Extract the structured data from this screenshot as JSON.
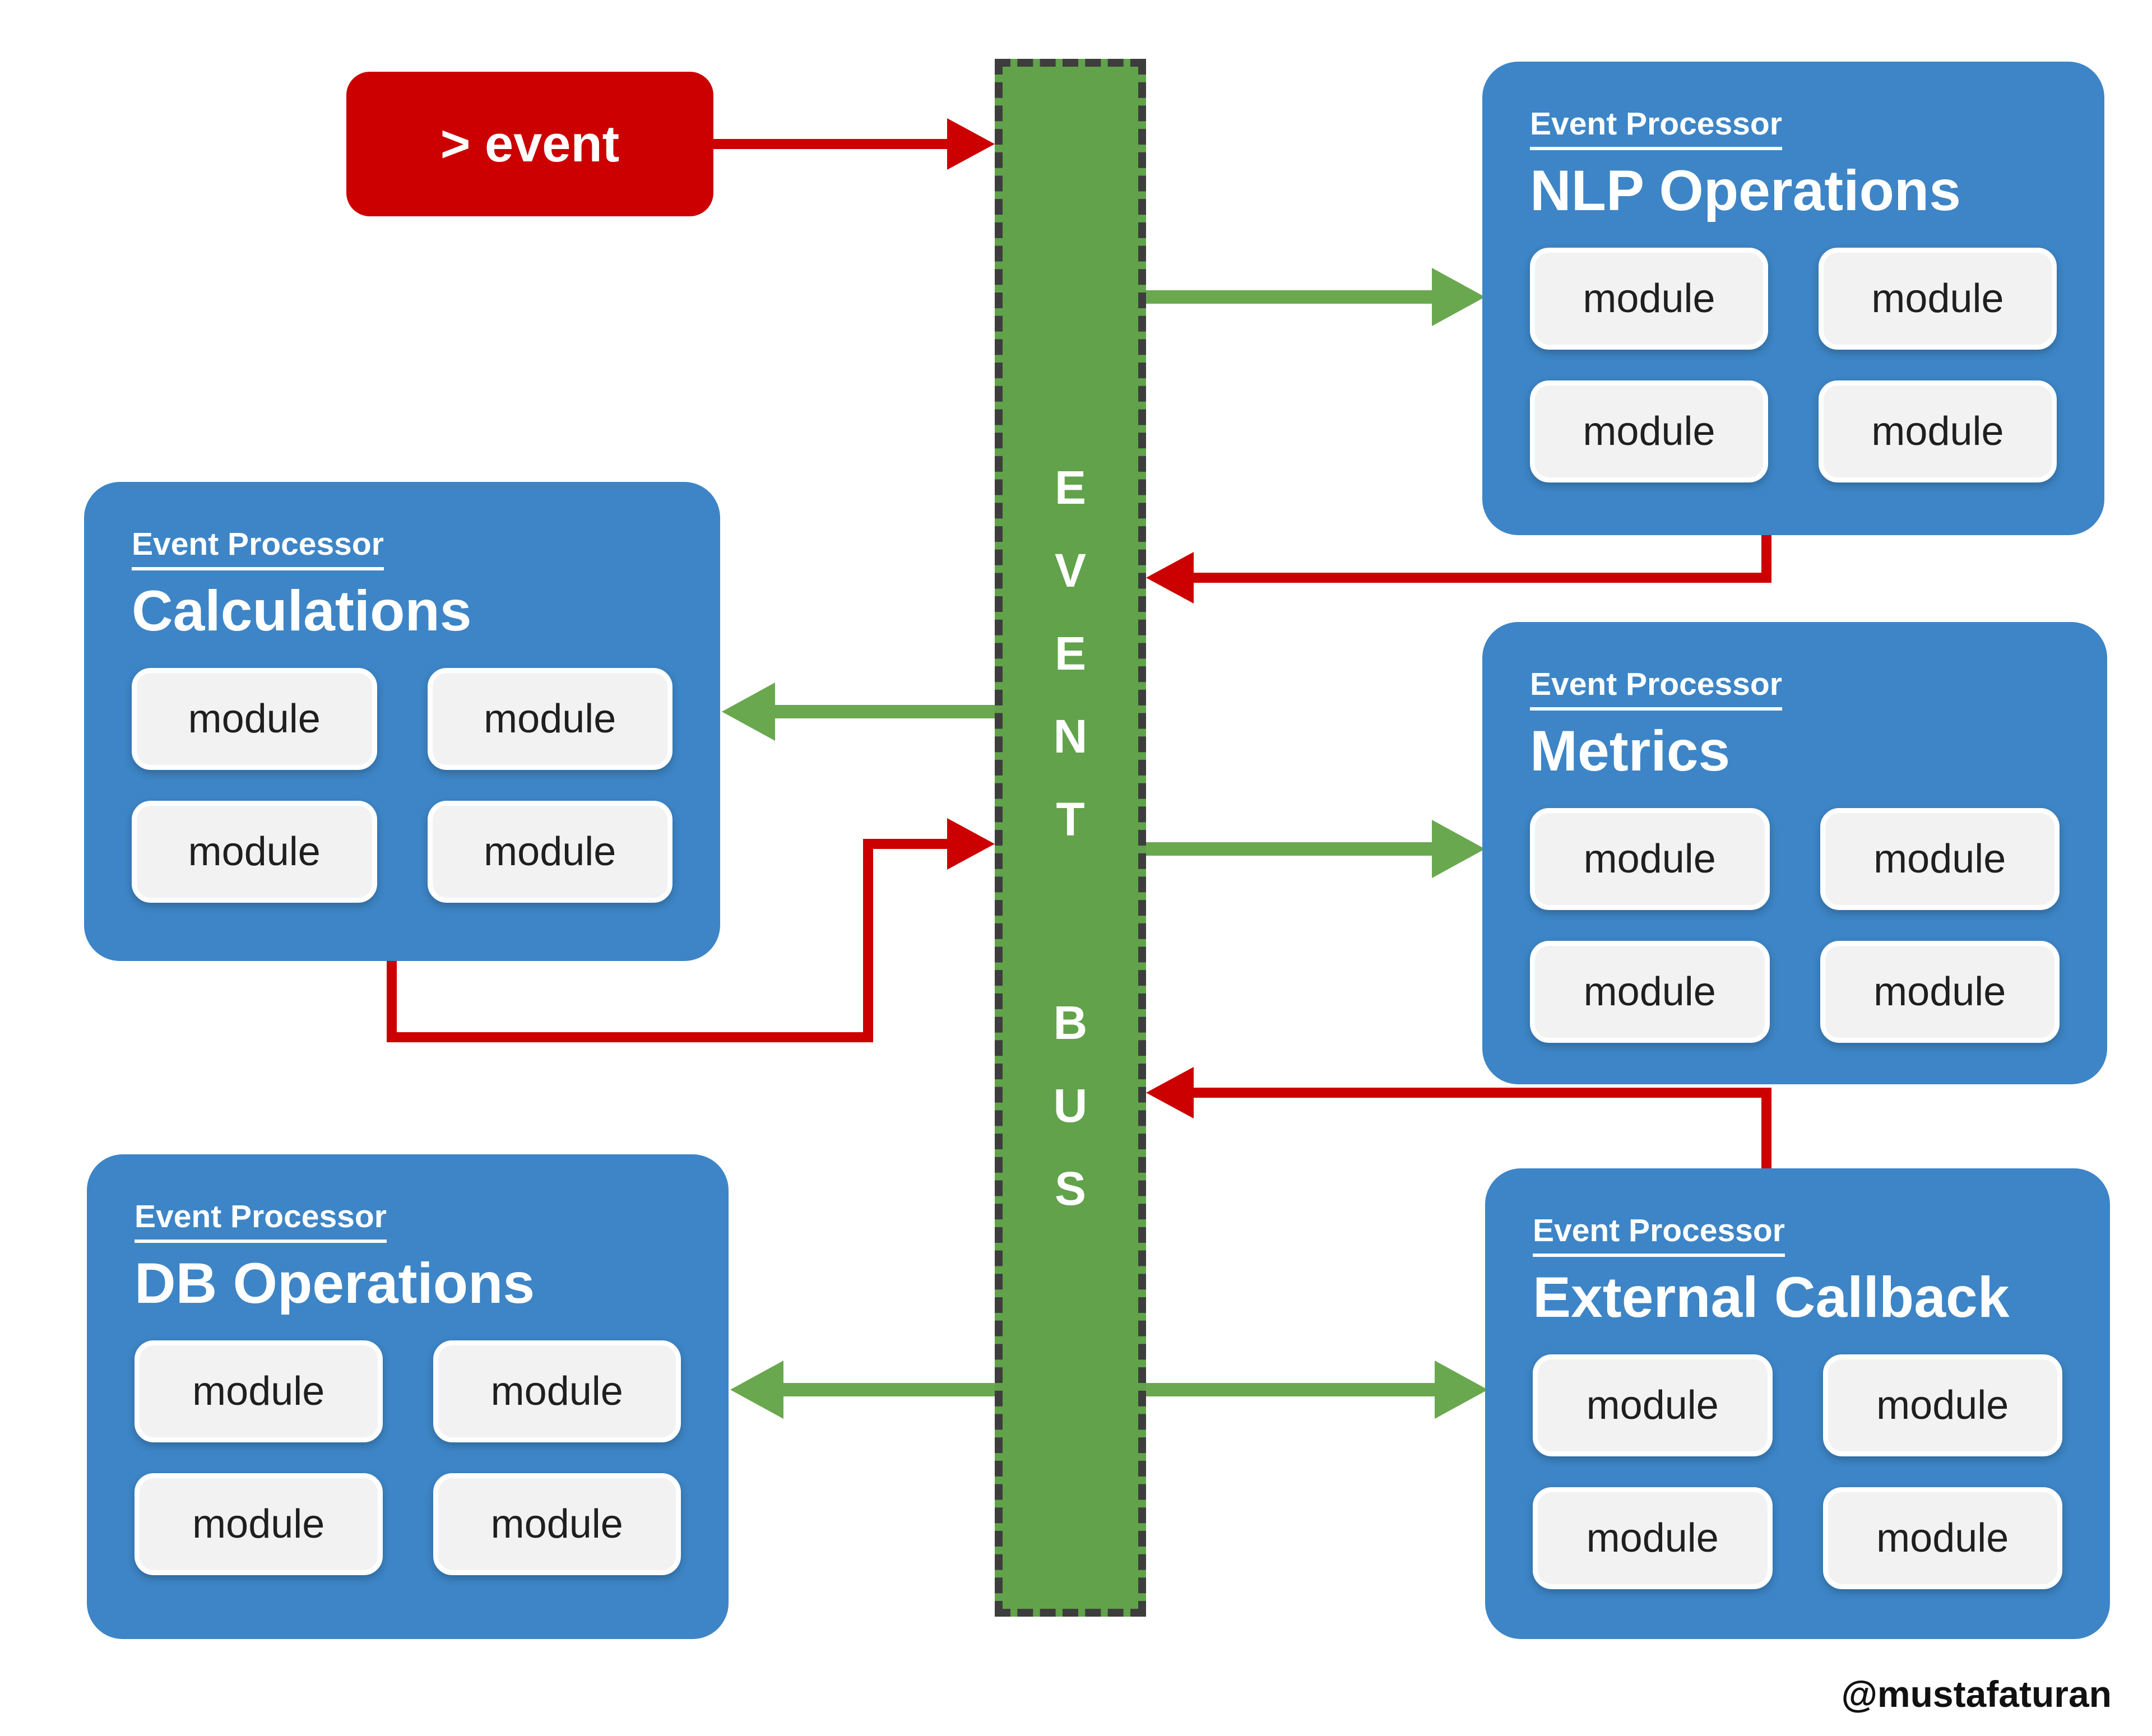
{
  "diagram": {
    "event_box": {
      "label": "> event"
    },
    "bus": {
      "letters_top": [
        "E",
        "V",
        "E",
        "N",
        "T"
      ],
      "letters_bottom": [
        "B",
        "U",
        "S"
      ]
    },
    "processors": [
      {
        "key": "nlp",
        "subtitle": "Event Processor",
        "title": "NLP Operations",
        "modules": [
          "module",
          "module",
          "module",
          "module"
        ]
      },
      {
        "key": "calculations",
        "subtitle": "Event Processor",
        "title": "Calculations",
        "modules": [
          "module",
          "module",
          "module",
          "module"
        ]
      },
      {
        "key": "metrics",
        "subtitle": "Event Processor",
        "title": "Metrics",
        "modules": [
          "module",
          "module",
          "module",
          "module"
        ]
      },
      {
        "key": "db",
        "subtitle": "Event Processor",
        "title": "DB Operations",
        "modules": [
          "module",
          "module",
          "module",
          "module"
        ]
      },
      {
        "key": "external",
        "subtitle": "Event Processor",
        "title": "External Callback",
        "modules": [
          "module",
          "module",
          "module",
          "module"
        ]
      }
    ],
    "attribution": "@mustafaturan",
    "colors": {
      "processor_blue": "#3d85c6",
      "bus_green": "#61a24b",
      "arrow_green": "#6aa84f",
      "event_red": "#cc0000",
      "bus_dash": "#3d3d3d",
      "module_bg": "#f2f2f2"
    }
  }
}
